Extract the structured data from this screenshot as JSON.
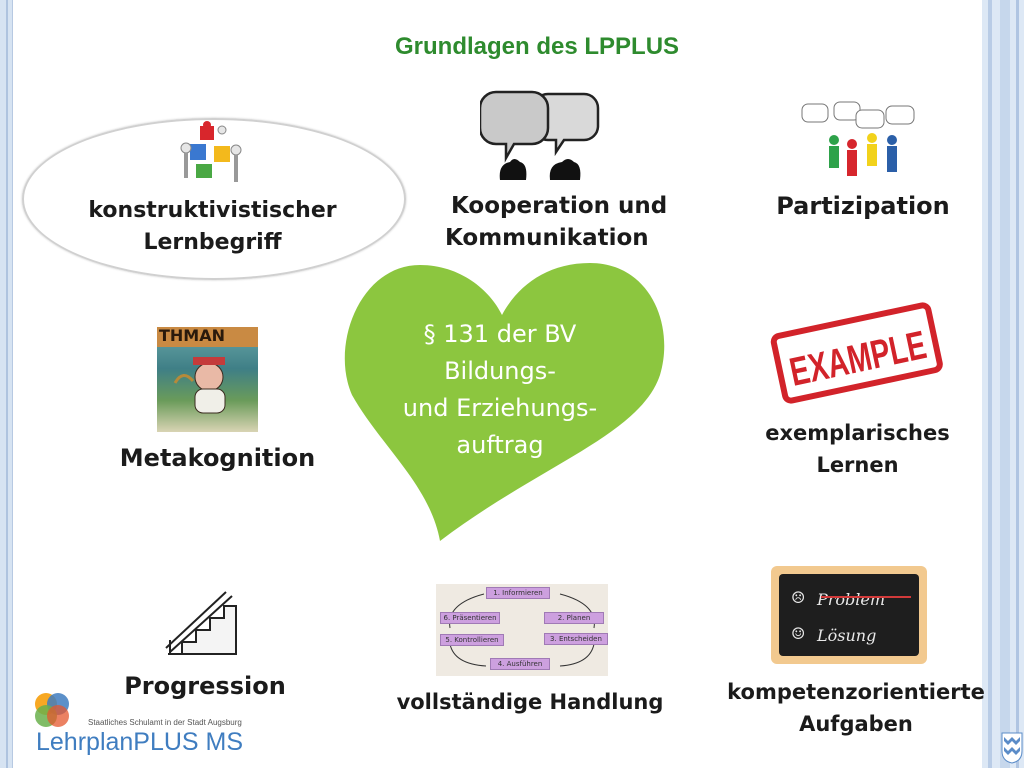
{
  "title": "Grundlagen des LPPLUS",
  "labels": {
    "konstruktivistisch_line1": "konstruktivistischer",
    "konstruktivistisch_line2": "Lernbegriff",
    "kooperation_line1": "Kooperation und",
    "kooperation_line2": "Kommunikation",
    "partizipation": "Partizipation",
    "metakognition": "Metakognition",
    "exemplarisch_line1": "exemplarisches",
    "exemplarisch_line2": "Lernen",
    "progression": "Progression",
    "vollstaendige_handlung": "vollständige Handlung",
    "kompetenz_line1": "kompetenzorientierte",
    "kompetenz_line2": "Aufgaben"
  },
  "heart": {
    "line1": "§ 131 der BV",
    "line2": "Bildungs-",
    "line3": "und Erziehungs-",
    "line4": "auftrag",
    "color": "#8cc63f"
  },
  "process_steps": [
    "1. Informieren",
    "2. Planen",
    "3. Entscheiden",
    "4. Ausführen",
    "5. Kontrollieren",
    "6. Präsentieren"
  ],
  "board": {
    "problem": "Problem",
    "loesung": "Lösung"
  },
  "example_stamp": "EXAMPLE",
  "meta_image_text": "THMAN",
  "logo": {
    "subtitle": "Staatliches Schulamt in der Stadt Augsburg",
    "name": "LehrplanPLUS MS"
  },
  "colors": {
    "title_green": "#2e8b2e",
    "stamp_red": "#d2232a",
    "logo_blue": "#3f7dc0"
  }
}
